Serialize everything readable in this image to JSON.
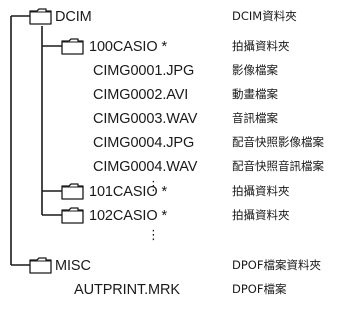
{
  "tree": {
    "root": {
      "name": "DCIM",
      "desc": "DCIM資料夾"
    },
    "folder_100": {
      "name": "100CASIO *",
      "desc": "拍攝資料夾"
    },
    "files_100": [
      {
        "name": "CIMG0001.JPG",
        "desc": "影像檔案"
      },
      {
        "name": "CIMG0002.AVI",
        "desc": "動畫檔案"
      },
      {
        "name": "CIMG0003.WAV",
        "desc": "音訊檔案"
      },
      {
        "name": "CIMG0004.JPG",
        "desc": "配音快照影像檔案"
      },
      {
        "name": "CIMG0004.WAV",
        "desc": "配音快照音訊檔案"
      }
    ],
    "ellipsis": "⋮",
    "folder_101": {
      "name": "101CASIO *",
      "desc": "拍攝資料夾"
    },
    "folder_102": {
      "name": "102CASIO *",
      "desc": "拍攝資料夾"
    },
    "misc": {
      "name": "MISC",
      "desc": "DPOF檔案資料夾"
    },
    "misc_file": {
      "name": "AUTPRINT.MRK",
      "desc": "DPOF檔案"
    }
  },
  "colors": {
    "line": "#1a1a1a",
    "text": "#1a1a1a"
  },
  "icons": {
    "folder": "folder-icon"
  }
}
